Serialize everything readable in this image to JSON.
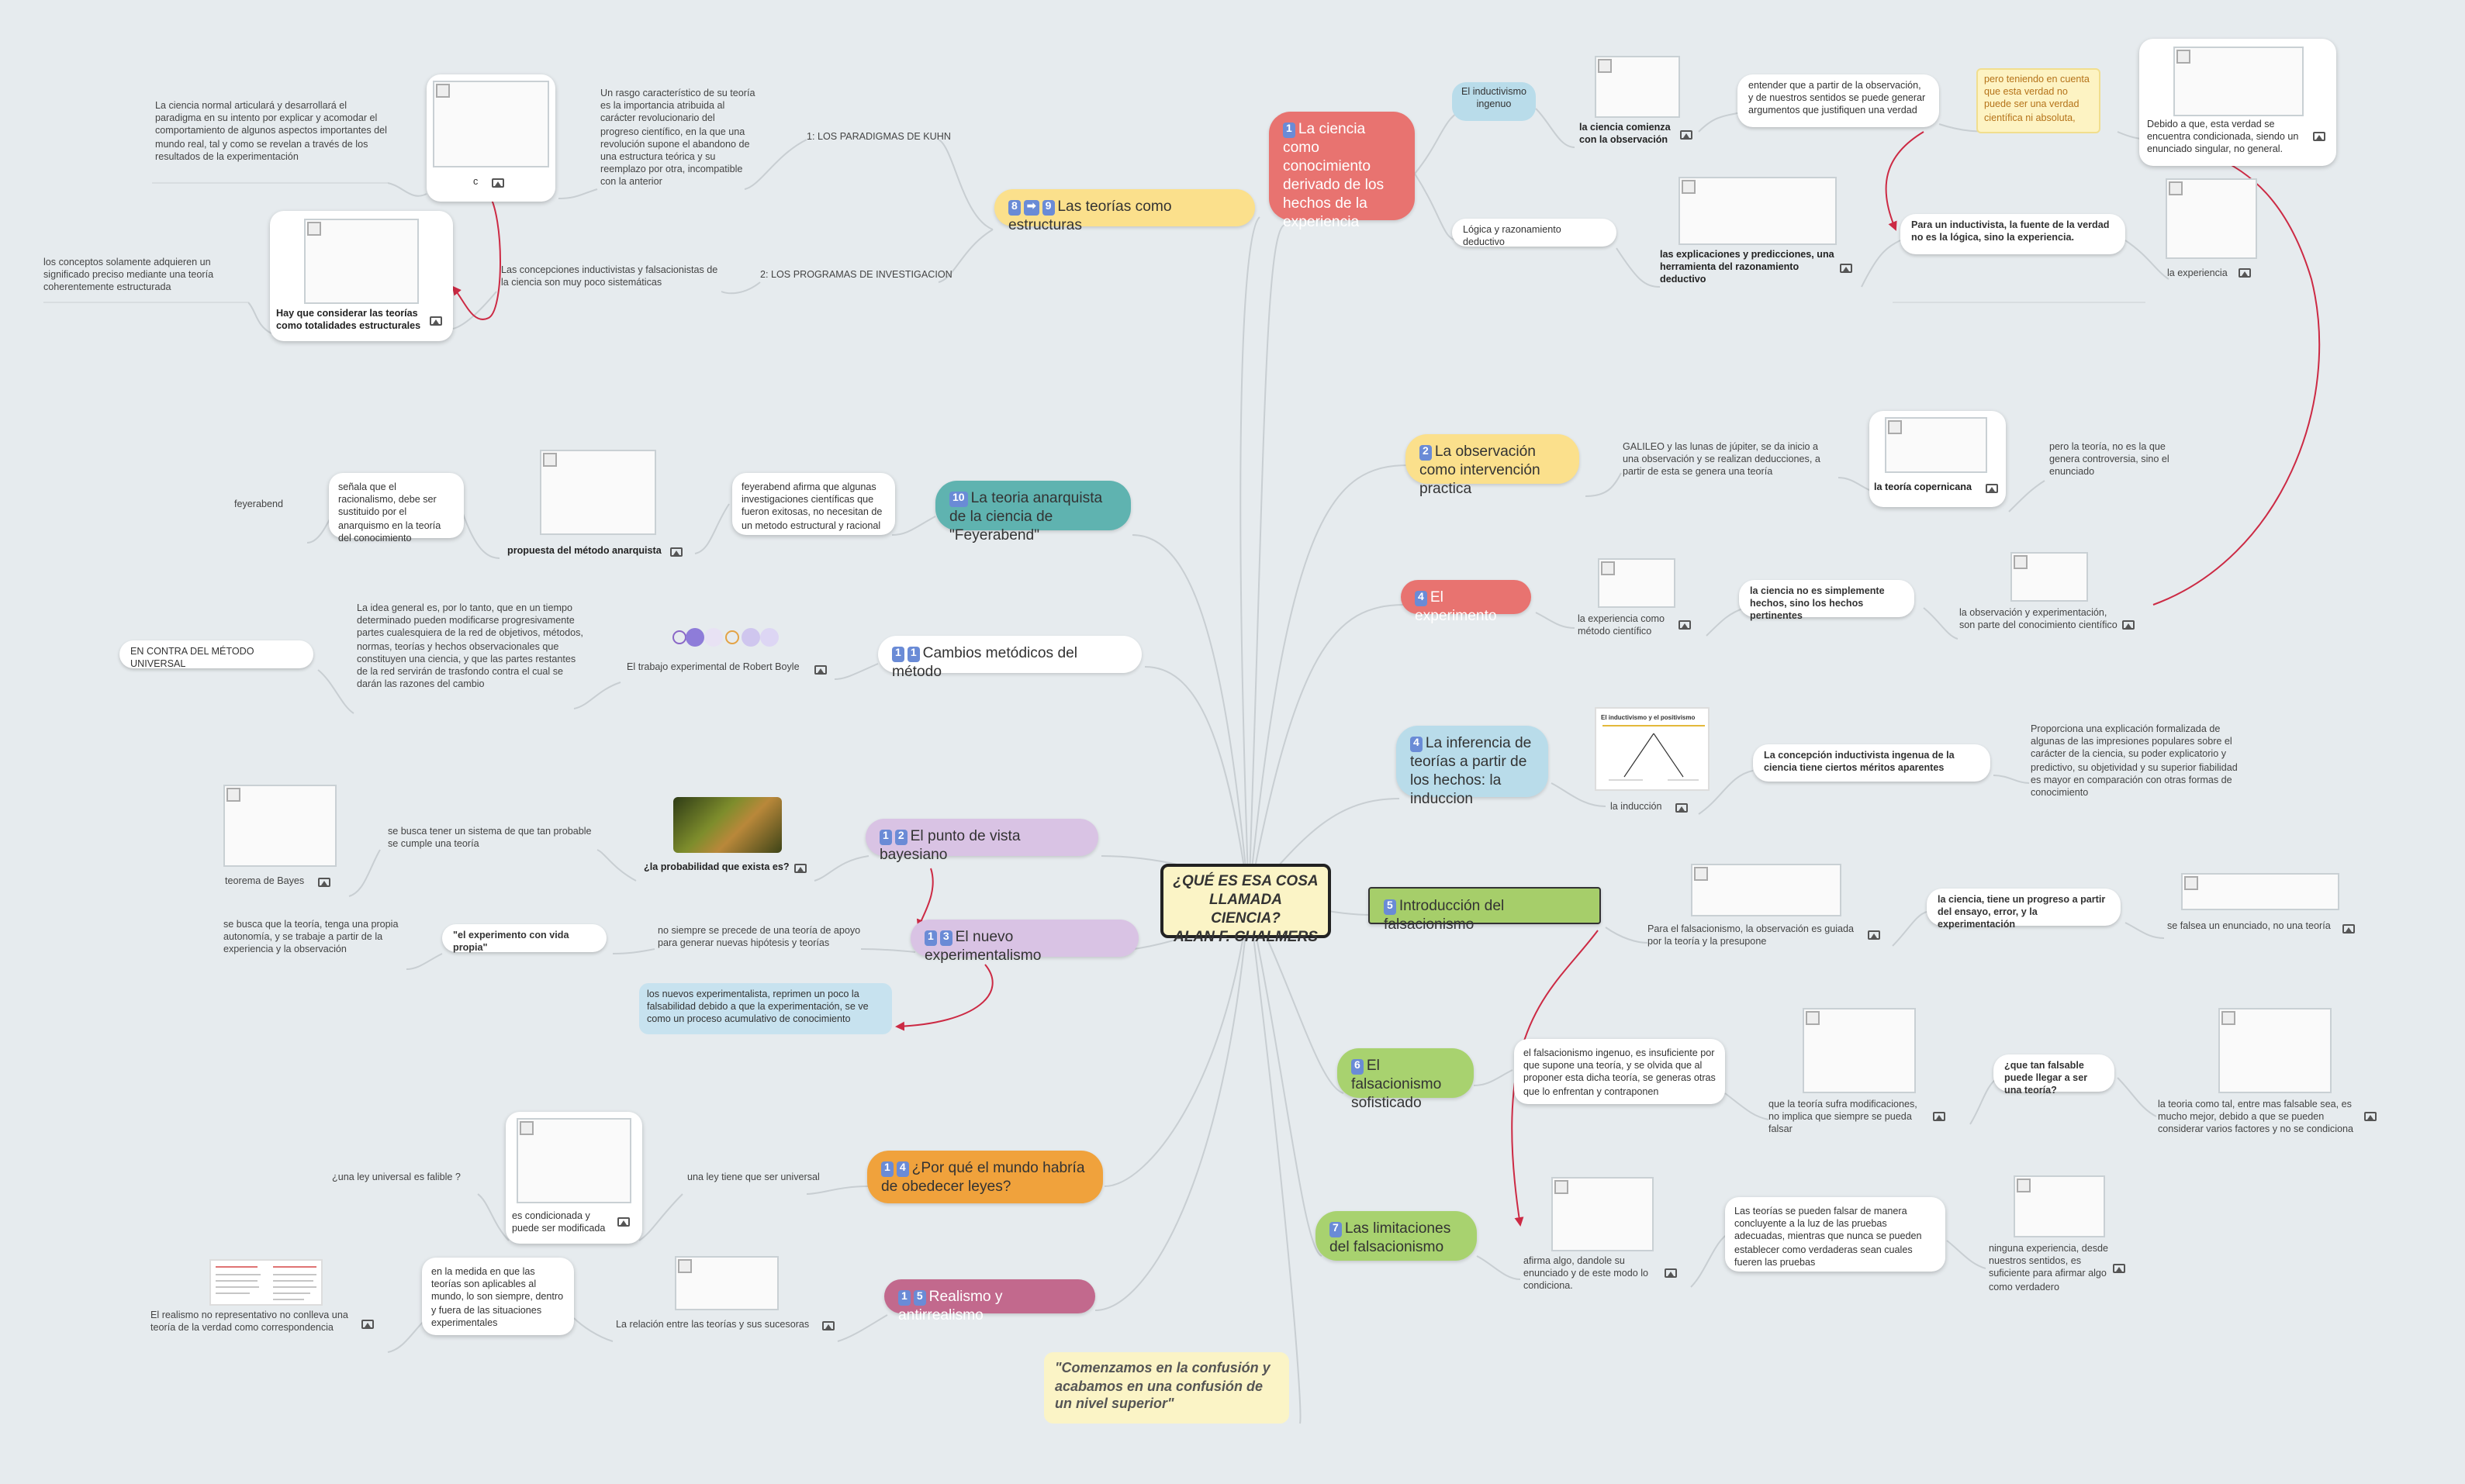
{
  "central": {
    "title": "¿QUÉ ES ESA COSA LLAMADA CIENCIA? ALAN F. CHALMERS",
    "line1": "¿QUÉ ES ESA COSA",
    "line2": "LLAMADA CIENCIA?",
    "line3": "ALAN F. CHALMERS"
  },
  "quote": {
    "text": "\"Comenzamos en la confusión y acabamos en una confusión de un nivel superior\""
  },
  "colors": {
    "red": "#e87370",
    "yellow": "#fbe08c",
    "teal": "#5fb3b0",
    "blue": "#b9dcea",
    "purple": "#d9c3e4",
    "orange": "#f0a23c",
    "plum": "#c2698d",
    "green": "#a6ce6a",
    "olive": "#a8d26f",
    "connector": "#c8ced2",
    "arrow": "#cc2a44"
  },
  "branches": {
    "b1": {
      "badges": [
        "1"
      ],
      "label": "La ciencia como conocimiento derivado de los hechos de la experiencia"
    },
    "b2": {
      "badges": [
        "2"
      ],
      "label": "La observación como intervención practica"
    },
    "b3": {
      "badges": [
        "4"
      ],
      "label": "El experimento"
    },
    "b4": {
      "badges": [
        "4"
      ],
      "label": "La inferencia de teorías a partir de los hechos: la induccion"
    },
    "b5": {
      "badges": [
        "5"
      ],
      "label": "Introducción del falsacionismo"
    },
    "b6": {
      "badges": [
        "6"
      ],
      "label": "El falsacionismo sofisticado"
    },
    "b7": {
      "badges": [
        "7"
      ],
      "label": "Las limitaciones del falsacionismo"
    },
    "b8": {
      "badges": [
        "8",
        "➡",
        "9"
      ],
      "label": "Las teorías como estructuras"
    },
    "b10": {
      "badges": [
        "10"
      ],
      "label": "La teoria anarquista de la ciencia de \"Feyerabend\""
    },
    "b11": {
      "badges": [
        "1",
        "1"
      ],
      "label": "Cambios metódicos del método"
    },
    "b12": {
      "badges": [
        "1",
        "2"
      ],
      "label": "El punto de vista bayesiano"
    },
    "b13": {
      "badges": [
        "1",
        "3"
      ],
      "label": "El nuevo experimentalismo"
    },
    "b14": {
      "badges": [
        "1",
        "4"
      ],
      "label": "¿Por qué el mundo habría de obedecer leyes?"
    },
    "b15": {
      "badges": [
        "1",
        "5"
      ],
      "label": "Realismo y antirrealismo"
    }
  },
  "r1": {
    "inductivismo": "El inductivismo ingenuo",
    "comienza": "la ciencia comienza con la observación",
    "entender": "entender que a partir de la observación, y de nuestros sentidos se puede generar argumentos que justifiquen una verdad",
    "note": "pero teniendo en cuenta que esta verdad no puede ser una verdad científica ni absoluta,",
    "debido": "Debido a que, esta verdad se encuentra condicionada, siendo un enunciado singular, no general.",
    "logica": "Lógica y razonamiento deductivo",
    "explicaciones": "las explicaciones y predicciones, una herramienta del razonamiento deductivo",
    "inductivista": "Para un inductivista, la fuente de la verdad no es la lógica, sino la experiencia.",
    "experiencia": "la experiencia"
  },
  "r2": {
    "galileo": "GALILEO y las lunas de júpiter, se da inicio a una observación y se realizan deducciones, a partir de esta se genera una teoría",
    "copernicana": "la teoría copernicana",
    "pero": "pero la teoría, no es la que genera controversia, sino el enunciado"
  },
  "r3": {
    "metodo": "la experiencia como método científico",
    "noes": "la ciencia no es simplemente hechos, sino los hechos pertinentes",
    "obs": "la observación y experimentación, son parte del conocimiento científico"
  },
  "r4": {
    "thumb_title": "El inductivismo y el positivismo",
    "induccion": "la inducción",
    "concepcion": "La concepción inductivista ingenua de la ciencia tiene ciertos méritos aparentes",
    "proporciona": "Proporciona una explicación formalizada de algunas de las impresiones populares sobre el carácter de la ciencia, su poder explicatorio y predictivo, su objetividad y su superior fiabilidad es mayor en comparación con otras formas de conocimiento"
  },
  "r5": {
    "guiada": "Para el falsacionismo, la observación es guiada por la teoría y la presupone",
    "progreso": "la ciencia, tiene un progreso a partir del ensayo, error, y la experimentación",
    "falsea": "se falsea un enunciado, no una teoría"
  },
  "r6": {
    "ingenuo": "el falsacionismo ingenuo, es insuficiente por que supone una teoría, y se olvida que al proponer esta dicha teoría, se generas otras que lo enfrentan y contraponen",
    "sufra": "que la teoría sufra modificaciones, no implica que siempre se pueda falsar",
    "quetan": "¿que tan falsable puede llegar a ser una teoría?",
    "como": "la teoria como tal, entre mas falsable sea, es mucho mejor, debido a que se pueden considerar varios factores y no se condiciona"
  },
  "r7": {
    "afirma": "afirma algo, dandole su enunciado y de este modo lo condiciona.",
    "teorias": "Las teorías se pueden falsar de manera concluyente a la luz de las pruebas adecuadas, mientras que nunca se pueden establecer como verdaderas sean cuales fueren las pruebas",
    "ninguna": "ninguna experiencia, desde nuestros sentidos, es suficiente para afirmar algo como verdadero"
  },
  "l8": {
    "kuhn": "1: LOS PARADIGMAS DE KUHN",
    "programas": "2: LOS PROGRAMAS DE INVESTIGACION",
    "rasgo": "Un rasgo característico de su teoría es la importancia atribuida al carácter revolucionario del progreso científico, en la que una revolución supone el abandono de una estructura teórica y su reemplazo por otra, incompatible con la anterior",
    "c": "c",
    "normal": "La ciencia normal articulará y desarrollará el paradigma en su intento por explicar y acomodar el comportamiento de algunos aspectos importantes del mundo real, tal y como se revelan a través de los resultados de la experimentación",
    "concepciones": "Las concepciones inductivistas y falsacionistas de la ciencia son muy poco sistemáticas",
    "hay": "Hay que considerar las teorías como totalidades estructurales",
    "conceptos": "los conceptos solamente adquieren un significado preciso mediante una teoría coherentemente estructurada"
  },
  "l10": {
    "feyerabend": "feyerabend afirma que algunas investigaciones científicas que fueron exitosas, no necesitan de un metodo estructural y racional",
    "propuesta": "propuesta del método anarquista",
    "senala": "señala que el racionalismo, debe ser sustituido por el anarquismo en la teoría del conocimiento",
    "name": "feyerabend"
  },
  "l11": {
    "boyle": "El trabajo experimental de Robert Boyle",
    "idea": "La idea general es, por lo tanto, que en un tiempo determinado pueden modificarse progresivamente partes cualesquiera de la red de objetivos, métodos, normas, teorías y hechos observacionales que constituyen una ciencia, y que las partes restantes de la red servirán de trasfondo contra el cual se darán las razones del cambio",
    "contra": "EN CONTRA DEL MÉTODO UNIVERSAL"
  },
  "l12": {
    "probabilidad": "¿la probabilidad que exista es?",
    "sistema": "se busca tener un sistema de que tan probable se cumple una teoría",
    "bayes": "teorema de Bayes"
  },
  "l13": {
    "nosiempre": "no siempre se precede de una teoría de apoyo para generar nuevas hipótesis y teorías",
    "vida": "\"el experimento con vida propia\"",
    "busca": "se busca que la teoría, tenga una propia autonomía, y se trabaje a partir de la experiencia y la observación",
    "nuevos": "los nuevos experimentalista, reprimen un poco la falsabilidad debido a que la experimentación, se ve como un proceso acumulativo de conocimiento"
  },
  "l14": {
    "ley": "una ley tiene que ser universal",
    "condicionada": "es condicionada y puede ser modificada",
    "falible": "¿una ley universal es falible ?"
  },
  "l15": {
    "relacion": "La relación entre las teorías y sus sucesoras",
    "medida": "en la medida en que las teorías son aplicables al mundo, lo son siempre, dentro y fuera de las situaciones experimentales",
    "realismo": "El realismo no representativo no conlleva una teoría de la verdad como correspondencia"
  }
}
